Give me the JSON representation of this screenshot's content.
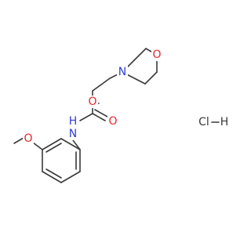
{
  "molecule": {
    "atoms": {
      "morpholine_O": "O",
      "morpholine_N": "N",
      "ester_O": "O",
      "carbonyl_O": "O",
      "amide_N": "N",
      "amide_H": "H",
      "methoxy_O": "O",
      "salt_Cl": "Cl",
      "salt_H": "H"
    }
  },
  "colors": {
    "bond": "#3a3a3a",
    "oxygen": "#e8262a",
    "nitrogen": "#2f3fd6",
    "carbon_text": "#3a3a3a"
  }
}
